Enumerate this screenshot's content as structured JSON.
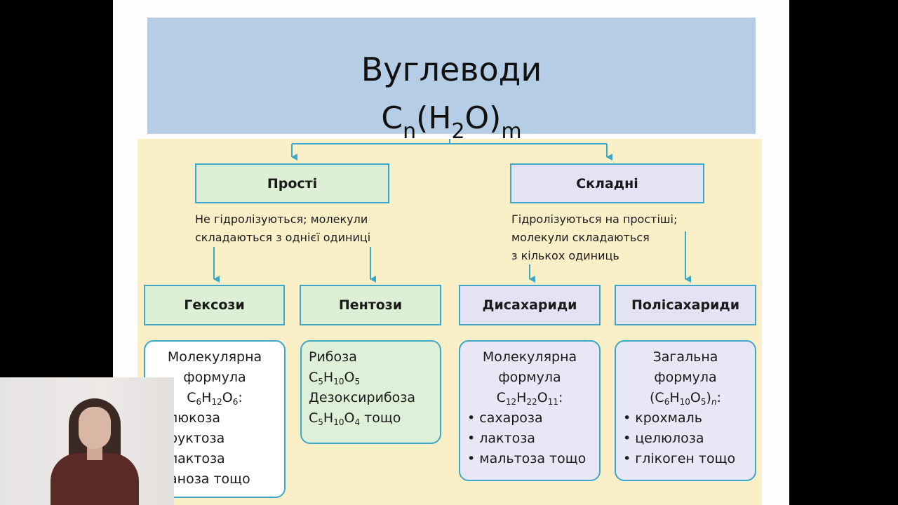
{
  "title": {
    "main": "Вуглеводи",
    "formula_base_c": "C",
    "formula_sub_n": "n",
    "formula_mid": "(H",
    "formula_sub_2": "2",
    "formula_end": "O)",
    "formula_sub_m": "m"
  },
  "simple": {
    "label": "Прості",
    "note_line1": "Не гідролізуються; молекули",
    "note_line2": "складаються з однієї одиниці"
  },
  "complex": {
    "label": "Складні",
    "note_line1": "Гідролізуються на простіші;",
    "note_line2": "молекули складаються",
    "note_line3": "з кількох одиниць"
  },
  "hexoses": {
    "label": "Гексози",
    "line1": "Молекулярна",
    "line2": "формула",
    "f_c": "C",
    "f_c_n": "6",
    "f_h": "H",
    "f_h_n": "12",
    "f_o": "O",
    "f_o_n": "6",
    "f_colon": ":",
    "items": [
      "люкоза",
      "руктоза",
      "лактоза",
      "аноза тощо"
    ]
  },
  "pentoses": {
    "label": "Пентози",
    "line1": "Рибоза",
    "f1_c": "C",
    "f1_c_n": "5",
    "f1_h": "H",
    "f1_h_n": "10",
    "f1_o": "O",
    "f1_o_n": "5",
    "line2": "Дезоксирибоза",
    "f2_c": "C",
    "f2_c_n": "5",
    "f2_h": "H",
    "f2_h_n": "10",
    "f2_o": "O",
    "f2_o_n": "4",
    "f2_tail": " тощо"
  },
  "disaccharides": {
    "label": "Дисахариди",
    "line1": "Молекулярна",
    "line2": "формула",
    "f_c": "C",
    "f_c_n": "12",
    "f_h": "H",
    "f_h_n": "22",
    "f_o": "O",
    "f_o_n": "11",
    "f_colon": ":",
    "items": [
      "сахароза",
      "лактоза",
      "мальтоза тощо"
    ]
  },
  "polysaccharides": {
    "label": "Полісахариди",
    "line1": "Загальна",
    "line2": "формула",
    "f_open": "(C",
    "f_c_n": "6",
    "f_h": "H",
    "f_h_n": "10",
    "f_o": "O",
    "f_o_n": "5",
    "f_close": ")",
    "f_n": "n",
    "f_colon": ":",
    "items": [
      "крохмаль",
      "целюлоза",
      "глікоген тощо"
    ]
  },
  "colors": {
    "border": "#3ea7c7",
    "panel": "#fbefc7",
    "title_bg": "#b6cde6",
    "green": "#ddf0d6",
    "lilac": "#e3e3f4"
  }
}
